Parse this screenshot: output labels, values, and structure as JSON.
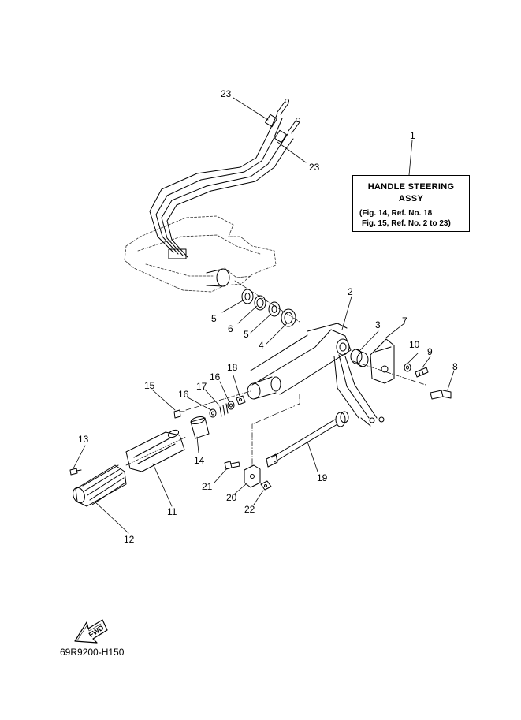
{
  "legend": {
    "number": "1",
    "title_line1": "HANDLE STEERING",
    "title_line2": "ASSY",
    "ref_line1": "(Fig. 14, Ref. No. 18",
    "ref_line2": "Fig. 15, Ref. No. 2 to 23)"
  },
  "fwd_label": "FWD",
  "diagram_code": "69R9200-H150",
  "callouts": {
    "c23a": "23",
    "c23b": "23",
    "c2": "2",
    "c3": "3",
    "c4": "4",
    "c5a": "5",
    "c5b": "5",
    "c6": "6",
    "c7": "7",
    "c8": "8",
    "c9": "9",
    "c10": "10",
    "c11": "11",
    "c12": "12",
    "c13": "13",
    "c14": "14",
    "c15": "15",
    "c16a": "16",
    "c16b": "16",
    "c17": "17",
    "c18": "18",
    "c19": "19",
    "c20": "20",
    "c21": "21",
    "c22": "22"
  }
}
